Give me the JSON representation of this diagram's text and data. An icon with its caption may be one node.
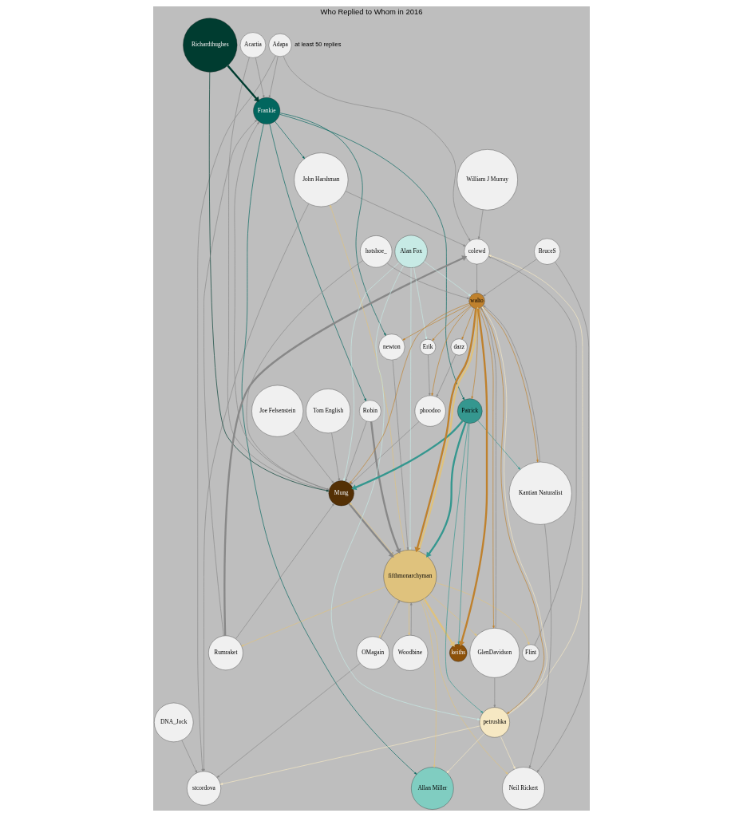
{
  "diagram": {
    "title": "Who Replied to Whom in 2016",
    "caption": "at least 50 replies",
    "nodes": [
      {
        "text": [
          "DNA_Jock"
        ]
      },
      {
        "text": [
          "Adapa"
        ]
      },
      {
        "text": [
          "stcordova"
        ]
      },
      {
        "text": [
          "Flint"
        ]
      },
      {
        "text": [
          "Acartia"
        ]
      },
      {
        "text": [
          "Joe Felsenstein"
        ]
      },
      {
        "text": [
          "John Harshman"
        ]
      },
      {
        "text": [
          "Frankie"
        ]
      },
      {
        "text": [
          "William J Murray"
        ]
      },
      {
        "text": [
          "Richardthughes"
        ]
      },
      {
        "text": [
          "Mung"
        ]
      },
      {
        "text": [
          "Rumraket"
        ]
      },
      {
        "text": [
          "OMagain"
        ]
      },
      {
        "text": [
          "colewd"
        ]
      },
      {
        "text": [
          "Robin"
        ]
      },
      {
        "text": [
          "Woodbine"
        ]
      },
      {
        "text": [
          "newton"
        ]
      },
      {
        "text": [
          "fifthmonarchyman"
        ]
      },
      {
        "text": [
          "Tom English"
        ]
      },
      {
        "text": [
          "dazz"
        ]
      },
      {
        "text": [
          "Allan Miller"
        ]
      },
      {
        "text": [
          "phoodoo"
        ]
      },
      {
        "text": [
          "Alan Fox"
        ]
      },
      {
        "text": [
          "Erik"
        ]
      },
      {
        "text": [
          "keiths"
        ]
      },
      {
        "text": [
          "petrushka"
        ]
      },
      {
        "text": [
          "Patrick"
        ]
      },
      {
        "text": [
          "hotshoe_"
        ]
      },
      {
        "text": [
          "Kantian Naturalist"
        ]
      },
      {
        "text": [
          "GlenDavidson"
        ]
      },
      {
        "text": [
          "BruceS"
        ]
      },
      {
        "text": [
          "walto"
        ]
      },
      {
        "text": [
          "Neil Rickert"
        ]
      }
    ],
    "edges": [
      {
        "from": 0,
        "to": 2,
        "arrow": "to"
      },
      {
        "from": 1,
        "to": 2,
        "arrow": "to"
      },
      {
        "from": 1,
        "to": 13,
        "arrow": "to"
      },
      {
        "from": 1,
        "to": 7,
        "arrow": "to"
      },
      {
        "from": 4,
        "to": 10,
        "arrow": "to"
      },
      {
        "from": 4,
        "to": 7,
        "arrow": "to"
      },
      {
        "from": 5,
        "to": 10,
        "arrow": "to"
      },
      {
        "from": 18,
        "to": 10,
        "arrow": "to"
      },
      {
        "from": 27,
        "to": 10,
        "arrow": "to"
      },
      {
        "from": 27,
        "to": 31,
        "arrow": "to"
      },
      {
        "from": 9,
        "to": 7,
        "arrow": "to",
        "style": "thick",
        "color": "#003c30"
      },
      {
        "from": 9,
        "to": 10,
        "arrow": "to",
        "color": "#003c30"
      },
      {
        "from": 7,
        "to": 6,
        "arrow": "to",
        "color": "#01665e"
      },
      {
        "from": 7,
        "to": 20,
        "arrow": "to",
        "color": "#01665e"
      },
      {
        "from": 7,
        "to": 14,
        "arrow": "to",
        "color": "#01665e"
      },
      {
        "from": 7,
        "to": 16,
        "arrow": "to",
        "color": "#01665e"
      },
      {
        "from": 7,
        "to": 26,
        "arrow": "to",
        "color": "#01665e"
      },
      {
        "from": 3,
        "to": 13,
        "arrow": "to"
      },
      {
        "from": 17,
        "to": 3,
        "arrow": "to",
        "color": "#dfc27d"
      },
      {
        "from": 17,
        "to": 11,
        "arrow": "to",
        "color": "#dfc27d"
      },
      {
        "from": 17,
        "to": 12,
        "arrow": "to",
        "color": "#dfc27d"
      },
      {
        "from": 17,
        "to": 15,
        "arrow": "to",
        "color": "#dfc27d"
      },
      {
        "from": 17,
        "to": 20,
        "arrow": "to",
        "color": "#dfc27d"
      },
      {
        "from": 17,
        "to": 6,
        "arrow": "to",
        "color": "#dfc27d"
      },
      {
        "from": 17,
        "to": 29,
        "arrow": "to",
        "color": "#dfc27d"
      },
      {
        "from": 17,
        "to": 31,
        "arrow": "to",
        "style": "thick",
        "color": "#dfc27d"
      },
      {
        "from": 17,
        "to": 24,
        "arrow": "to",
        "style": "thick",
        "color": "#dfc27d"
      },
      {
        "from": 17,
        "to": 10,
        "arrow": "to",
        "color": "#dfc27d"
      },
      {
        "from": 17,
        "to": 32,
        "arrow": "to",
        "color": "#dfc27d"
      },
      {
        "from": 25,
        "to": 2,
        "arrow": "to",
        "color": "#f6e8c3"
      },
      {
        "from": 25,
        "to": 20,
        "arrow": "to",
        "color": "#f6e8c3"
      },
      {
        "from": 25,
        "to": 31,
        "arrow": "to",
        "color": "#f6e8c3"
      },
      {
        "from": 25,
        "to": 13,
        "arrow": "to",
        "color": "#f6e8c3"
      },
      {
        "from": 25,
        "to": 32,
        "arrow": "to",
        "color": "#f6e8c3"
      },
      {
        "from": 6,
        "to": 2,
        "arrow": "to"
      },
      {
        "from": 6,
        "to": 13,
        "arrow": "to"
      },
      {
        "from": 12,
        "to": 2,
        "arrow": "to"
      },
      {
        "from": 12,
        "to": 17,
        "arrow": "to"
      },
      {
        "from": 8,
        "to": 13,
        "arrow": "to"
      },
      {
        "from": 11,
        "to": 13,
        "arrow": "to",
        "style": "thick"
      },
      {
        "from": 11,
        "to": 7,
        "arrow": "to"
      },
      {
        "from": 11,
        "to": 10,
        "arrow": "to"
      },
      {
        "from": 10,
        "to": 17,
        "arrow": "to",
        "style": "thick"
      },
      {
        "from": 10,
        "to": 7,
        "arrow": "to"
      },
      {
        "from": 14,
        "to": 17,
        "arrow": "to",
        "style": "thick"
      },
      {
        "from": 14,
        "to": 10,
        "arrow": "to"
      },
      {
        "from": 16,
        "to": 17,
        "arrow": "to"
      },
      {
        "from": 13,
        "to": 31,
        "arrow": "to"
      },
      {
        "from": 15,
        "to": 17,
        "arrow": "to"
      },
      {
        "from": 29,
        "to": 31,
        "arrow": "to"
      },
      {
        "from": 29,
        "to": 25,
        "arrow": "to"
      },
      {
        "from": 26,
        "to": 17,
        "arrow": "to",
        "style": "thick",
        "color": "#35978f"
      },
      {
        "from": 26,
        "to": 25,
        "arrow": "to",
        "color": "#35978f"
      },
      {
        "from": 26,
        "to": 24,
        "arrow": "to",
        "color": "#35978f"
      },
      {
        "from": 26,
        "to": 28,
        "arrow": "to",
        "color": "#35978f"
      },
      {
        "from": 26,
        "to": 10,
        "arrow": "to",
        "style": "thick",
        "color": "#35978f"
      },
      {
        "from": 31,
        "to": 10,
        "arrow": "to",
        "color": "#bf812d"
      },
      {
        "from": 31,
        "to": 21,
        "arrow": "to",
        "color": "#bf812d"
      },
      {
        "from": 31,
        "to": 16,
        "arrow": "to",
        "color": "#bf812d"
      },
      {
        "from": 31,
        "to": 17,
        "arrow": "to",
        "style": "thick",
        "color": "#bf812d"
      },
      {
        "from": 31,
        "to": 25,
        "arrow": "to",
        "color": "#bf812d"
      },
      {
        "from": 31,
        "to": 29,
        "arrow": "to",
        "color": "#bf812d"
      },
      {
        "from": 31,
        "to": 26,
        "arrow": "to",
        "color": "#bf812d"
      },
      {
        "from": 31,
        "to": 24,
        "arrow": "to",
        "style": "thick",
        "color": "#bf812d"
      },
      {
        "from": 31,
        "to": 23,
        "arrow": "to",
        "color": "#bf812d"
      },
      {
        "from": 31,
        "to": 19,
        "arrow": "to",
        "color": "#bf812d"
      },
      {
        "from": 31,
        "to": 28,
        "arrow": "to",
        "color": "#bf812d"
      },
      {
        "from": 22,
        "to": 23,
        "arrow": "to",
        "color": "#c7eae5"
      },
      {
        "from": 22,
        "to": 10,
        "arrow": "to",
        "color": "#c7eae5"
      },
      {
        "from": 22,
        "to": 25,
        "arrow": "to",
        "color": "#c7eae5"
      },
      {
        "from": 22,
        "to": 31,
        "arrow": "to",
        "color": "#c7eae5"
      },
      {
        "from": 22,
        "to": 17,
        "arrow": "to",
        "color": "#c7eae5"
      },
      {
        "from": 28,
        "to": 32,
        "arrow": "to"
      },
      {
        "from": 28,
        "to": 31,
        "arrow": "to"
      },
      {
        "from": 30,
        "to": 31,
        "arrow": "to"
      },
      {
        "from": 30,
        "to": 32,
        "arrow": "to"
      },
      {
        "from": 19,
        "to": 21,
        "arrow": "to"
      },
      {
        "from": 21,
        "to": 10,
        "arrow": "to"
      },
      {
        "from": 23,
        "to": 21,
        "arrow": "to"
      }
    ]
  }
}
